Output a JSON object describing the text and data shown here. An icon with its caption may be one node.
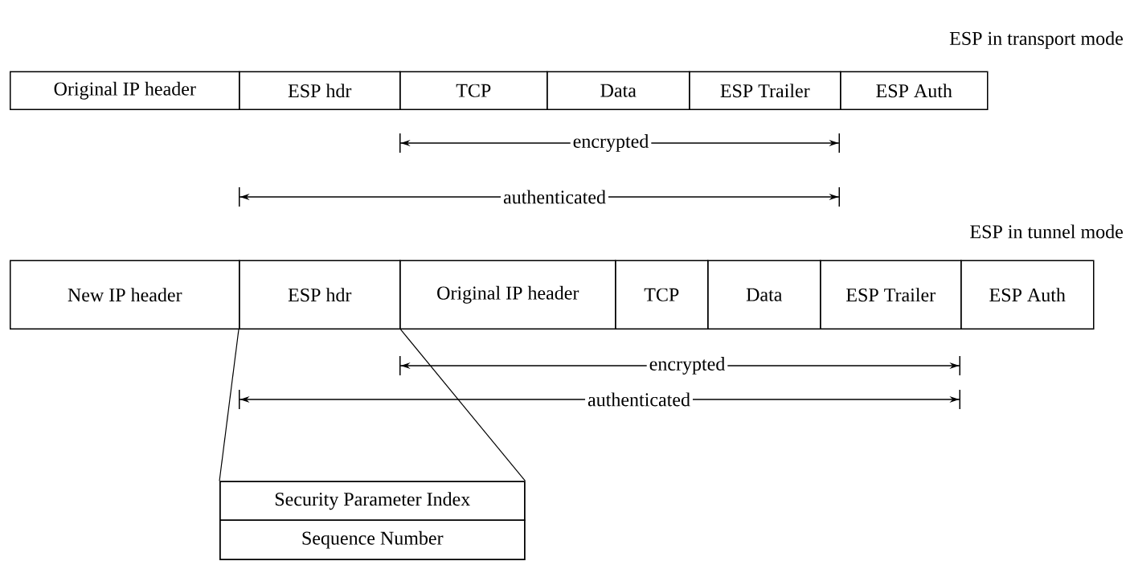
{
  "diagram": {
    "nodes": [
      {
        "text": [
          "Original IP header"
        ]
      },
      {
        "text": [
          "ESP hdr"
        ]
      },
      {
        "text": [
          "TCP"
        ]
      },
      {
        "text": [
          "Data"
        ]
      },
      {
        "text": [
          "ESP Trailer"
        ]
      },
      {
        "text": [
          "ESP Auth"
        ]
      },
      {
        "text": [
          "New IP header"
        ]
      },
      {
        "text": [
          "ESP hdr"
        ]
      },
      {
        "text": [
          "Original IP header"
        ]
      },
      {
        "text": [
          "TCP"
        ]
      },
      {
        "text": [
          "Data"
        ]
      },
      {
        "text": [
          "ESP Trailer"
        ]
      },
      {
        "text": [
          "ESP Auth"
        ]
      },
      {
        "text": [],
        "shape": "box"
      },
      {
        "text": [
          "Security Parameter Index"
        ],
        "in": 13
      },
      {
        "text": [
          "Sequence Number"
        ],
        "in": 13
      }
    ],
    "edges": [
      {
        "from": 7,
        "to": 13,
        "arrow": "none"
      },
      {
        "from": 7,
        "to": 13,
        "arrow": "none"
      }
    ],
    "labels": [
      "ESP in transport mode",
      "encrypted",
      "authenticated",
      "ESP in tunnel mode",
      "encrypted",
      "authenticated"
    ]
  }
}
